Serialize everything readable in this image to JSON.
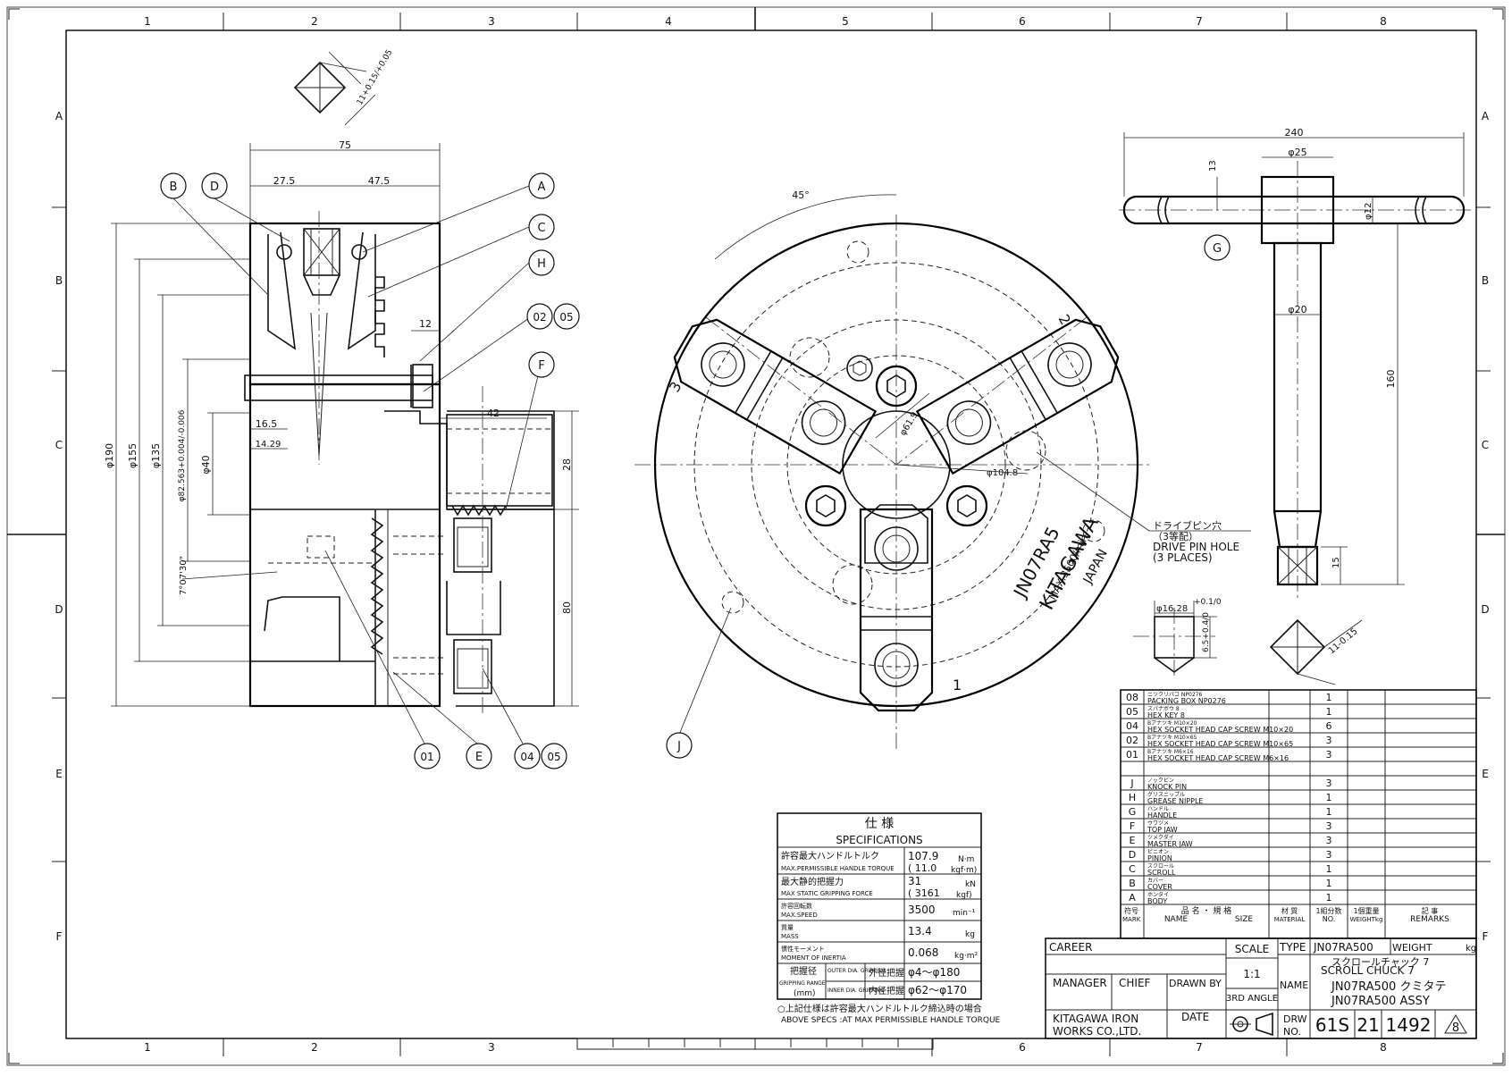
{
  "grid": {
    "columns": [
      "1",
      "2",
      "3",
      "4",
      "5",
      "6",
      "7",
      "8"
    ],
    "rows": [
      "A",
      "B",
      "C",
      "D",
      "E",
      "F"
    ]
  },
  "left_view": {
    "dims": {
      "top_symbol": "11+0.15/+0.05",
      "d75": "75",
      "d27_5": "27.5",
      "d47_5": "47.5",
      "d12": "12",
      "d42": "42",
      "d16_5": "16.5",
      "d14_29": "14.29",
      "d28": "28",
      "d80": "80",
      "phi190": "φ190",
      "phi155": "φ155",
      "phi135": "φ135",
      "phi82": "φ82.563+0.004/-0.006",
      "phi40": "φ40",
      "angle": "7°07'30\""
    },
    "balloons": {
      "b": "B",
      "d": "D",
      "a": "A",
      "c": "C",
      "h": "H",
      "n02": "02",
      "n05a": "05",
      "f": "F",
      "n01": "01",
      "e": "E",
      "n04": "04",
      "n05b": "05"
    }
  },
  "front_view": {
    "angle_45": "45°",
    "phi61_9": "φ61.9",
    "phi104_8": "φ104.8",
    "jaw_no_1": "1",
    "jaw_no_2": "2",
    "jaw_no_3": "3",
    "engraving_model": "JN07RA5",
    "engraving_brand": "KITAGAWA",
    "engraving_speed": "MAX.3500/min",
    "engraving_origin": "JAPAN",
    "drive_pin_jp": "ドライブピン穴",
    "drive_pin_jp2": "（3等配）",
    "drive_pin_en": "DRIVE PIN HOLE",
    "drive_pin_en2": "(3 PLACES)",
    "balloon_j": "J"
  },
  "handle_view": {
    "d240": "240",
    "phi25": "φ25",
    "d13": "13",
    "phi12": "φ12",
    "phi20": "φ20",
    "d160": "160",
    "d15": "15",
    "balloon_g": "G",
    "phi16_28": "φ16.28",
    "tol_01": "+0.1/0",
    "d6_5": "6.5+0.4/0",
    "square_11": "11-0.15"
  },
  "specs": {
    "title_jp": "仕 様",
    "title_en": "SPECIFICATIONS",
    "rows": [
      {
        "label_jp": "許容最大ハンドルトルク",
        "label_en": "MAX.PERMISSIBLE HANDLE TORQUE",
        "value": "107.9",
        "unit": "N·m",
        "value2": "( 11.0",
        "unit2": "kgf·m)"
      },
      {
        "label_jp": "最大静的把握力",
        "label_en": "MAX STATIC GRIPPING FORCE",
        "value": "31",
        "unit": "kN",
        "value2": "( 3161",
        "unit2": "kgf)"
      },
      {
        "label_jp": "許容回転数",
        "label_en": "MAX.SPEED",
        "value": "3500",
        "unit": "min⁻¹"
      },
      {
        "label_jp": "質量",
        "label_en": "MASS",
        "value": "13.4",
        "unit": "kg"
      },
      {
        "label_jp": "慣性モーメント",
        "label_en": "MOMENT OF INERTIA",
        "value": "0.068",
        "unit": "kg·m²"
      }
    ],
    "grip_label_jp": "把握径",
    "grip_label_en": "GRIPPING RANGE",
    "grip_unit": "(mm)",
    "outer_label": "OUTER DIA. GRIPPING",
    "outer_jp": "外径把握",
    "outer_value": "φ4～φ180",
    "inner_label": "INNER DIA. GRIPPING",
    "inner_jp": "内径把握",
    "inner_value": "φ62～φ170",
    "note_jp": "○上記仕様は許容最大ハンドルトルク締込時の場合",
    "note_en": "ABOVE SPECS :AT MAX PERMISSIBLE HANDLE TORQUE"
  },
  "bom": {
    "rows": [
      {
        "mark": "08",
        "jp": "ニツクリパコ NP0276",
        "en": "PACKING BOX NP0276",
        "qty": "1"
      },
      {
        "mark": "05",
        "jp": "スパナボウ 8",
        "en": "HEX KEY 8",
        "qty": "1"
      },
      {
        "mark": "04",
        "jp": "Bアナツキ M10×20",
        "en": "HEX SOCKET HEAD CAP SCREW M10×20",
        "qty": "6"
      },
      {
        "mark": "02",
        "jp": "Bアナツキ M10×65",
        "en": "HEX SOCKET HEAD CAP SCREW M10×65",
        "qty": "3"
      },
      {
        "mark": "01",
        "jp": "Bアナツキ M6×16",
        "en": "HEX SOCKET HEAD CAP SCREW M6×16",
        "qty": "3"
      },
      {
        "mark": "",
        "jp": "",
        "en": "",
        "qty": ""
      },
      {
        "mark": "J",
        "jp": "ノックピン",
        "en": "KNOCK PIN",
        "qty": "3"
      },
      {
        "mark": "H",
        "jp": "グリスニップル",
        "en": "GREASE NIPPLE",
        "qty": "1"
      },
      {
        "mark": "G",
        "jp": "ハンドル",
        "en": "HANDLE",
        "qty": "1"
      },
      {
        "mark": "F",
        "jp": "ウワヅメ",
        "en": "TOP JAW",
        "qty": "3"
      },
      {
        "mark": "E",
        "jp": "ツメクダイ",
        "en": "MASTER JAW",
        "qty": "3"
      },
      {
        "mark": "D",
        "jp": "ピニオン",
        "en": "PINION",
        "qty": "3"
      },
      {
        "mark": "C",
        "jp": "スクロール",
        "en": "SCROLL",
        "qty": "1"
      },
      {
        "mark": "B",
        "jp": "カバー",
        "en": "COVER",
        "qty": "1"
      },
      {
        "mark": "A",
        "jp": "ホンタイ",
        "en": "BODY",
        "qty": "1"
      }
    ],
    "header": {
      "mark_jp": "符号",
      "mark_en": "MARK",
      "name_jp": "品 名 ・ 規 格",
      "name_en": "NAME",
      "size_en": "SIZE",
      "mat_jp": "材 質",
      "mat_en": "MATERIAL",
      "qty_jp": "1組分数",
      "qty_en": "NO.",
      "wt_jp": "1個重量",
      "wt_en": "WEIGHTkg",
      "rem_jp": "記 事",
      "rem_en": "REMARKS"
    }
  },
  "title_block": {
    "career": "CAREER",
    "scale_label": "SCALE",
    "scale_value": "1:1",
    "type_label": "TYPE",
    "type_value": "JN07RA500",
    "weight_label": "WEIGHT",
    "weight_unit": "kg",
    "manager": "MANAGER",
    "chief": "CHIEF",
    "drawn_by": "DRAWN BY",
    "name_label": "NAME",
    "name_jp": "スクロールチャック 7",
    "name_en": "SCROLL CHUCK 7",
    "name_line2": "JN07RA500 クミタテ",
    "name_line3": "JN07RA500 ASSY",
    "angle_label": "3RD ANGLE",
    "company_1": "KITAGAWA IRON",
    "company_2": "WORKS CO.,LTD.",
    "date_label": "DATE",
    "drw_label": "DRW",
    "no_label": "NO.",
    "drw_1": "61S",
    "drw_2": "21",
    "drw_3": "1492",
    "drw_rev": "8"
  }
}
